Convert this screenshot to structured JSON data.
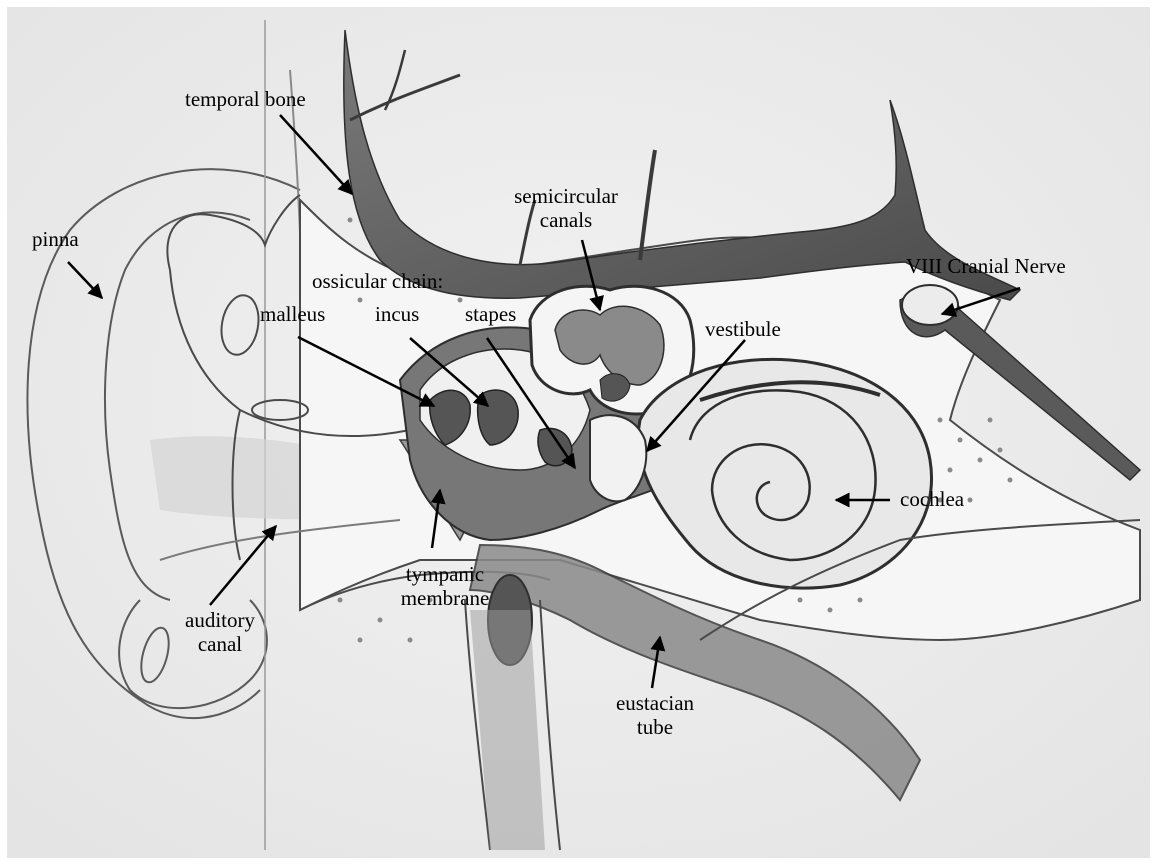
{
  "title": "",
  "colors": {
    "paper": "#eeeeee",
    "pencil": "#3a3a3a",
    "shading": "#6a6a6a",
    "label_text": "#000000"
  },
  "labels": {
    "temporal_bone": "temporal bone",
    "semicircular_canals": [
      "semicircular",
      "canals"
    ],
    "pinna": "pinna",
    "viii_cranial_nerve": "VIII Cranial Nerve",
    "ossicular_chain": "ossicular chain:",
    "malleus": "malleus",
    "incus": "incus",
    "stapes": "stapes",
    "vestibule": "vestibule",
    "cochlea": "cochlea",
    "tympanic_membrane": [
      "tympanic",
      "membrane"
    ],
    "auditory_canal": [
      "auditory",
      "canal"
    ],
    "eustacian_tube": [
      "eustacian",
      "tube"
    ]
  }
}
